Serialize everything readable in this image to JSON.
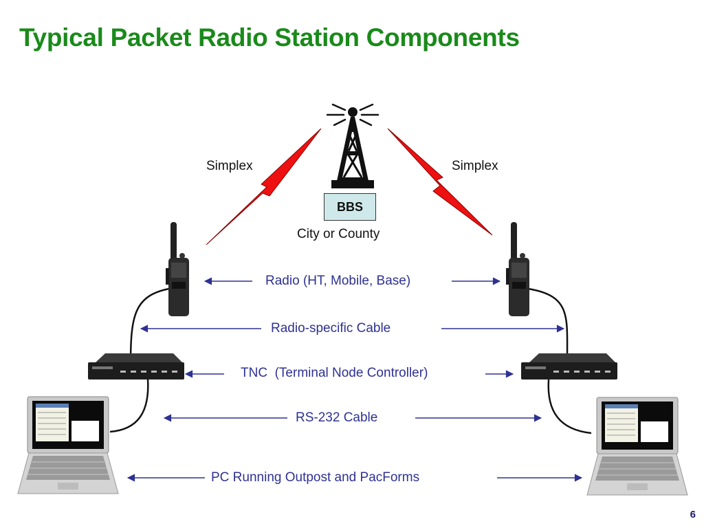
{
  "title": "Typical Packet Radio Station Components",
  "tower": {
    "box_label": "BBS",
    "location": "City or County"
  },
  "links": {
    "left": "Simplex",
    "right": "Simplex"
  },
  "components": {
    "radio": "Radio (HT, Mobile, Base)",
    "radio_cable": "Radio-specific Cable",
    "tnc": "TNC  (Terminal Node Controller)",
    "rs232": "RS-232 Cable",
    "pc": "PC Running Outpost and PacForms"
  },
  "page_number": "6",
  "colors": {
    "title": "#1a8a1a",
    "arrow": "#2e3192",
    "lightning": "#ee1111",
    "bbs_box": "#cfe9ea"
  }
}
